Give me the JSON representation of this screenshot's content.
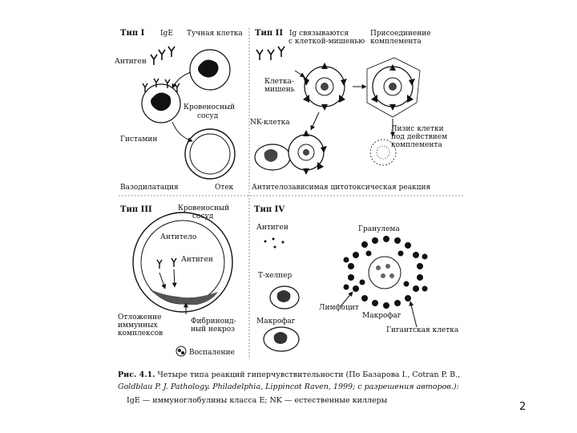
{
  "type1": {
    "header": "Тип I",
    "ige": "IgE",
    "mast_cell": "Тучная клетка",
    "antigen": "Антиген",
    "blood_vessel_line1": "Кровеносный",
    "blood_vessel_line2": "сосуд",
    "histamine": "Гистамин",
    "vasodilation": "Вазодилатация",
    "edema": "Отек"
  },
  "type2": {
    "header": "Тип II",
    "ig_binding_line1": "Ig связываются",
    "ig_binding_line2": "с клеткой-мишенью",
    "complement_line1": "Присоединение",
    "complement_line2": "комплемента",
    "target_line1": "Клетка-",
    "target_line2": "мишень",
    "nk_cell": "NK-клетка",
    "lysis_line1": "Лизис клетки",
    "lysis_line2": "под действием",
    "lysis_line3": "комплемента",
    "adcc": "Антителозависимая цитотоксическая реакция"
  },
  "type3": {
    "header": "Тип III",
    "vessel_line1": "Кровеносный",
    "vessel_line2": "сосуд",
    "antibody": "Антитело",
    "antigen": "Антиген",
    "deposit_line1": "Отложение",
    "deposit_line2": "иммунных",
    "deposit_line3": "комплексов",
    "fibrinoid_line1": "Фибриноид-",
    "fibrinoid_line2": "ный некроз",
    "inflammation": "Воспаление"
  },
  "type4": {
    "header": "Тип IV",
    "antigen": "Антиген",
    "granuloma": "Гранулема",
    "t_helper": "Т-хелпер",
    "lymphocyte": "Лимфоцит",
    "macrophage_right": "Макрофаг",
    "macrophage_left": "Макрофаг",
    "giant_cell": "Гигантская клетка"
  },
  "caption": {
    "label": "Рис. 4.1.",
    "text1": " Четыре типа реакций гиперчувствительности (По Базарова I., Cotran P. B.,",
    "text2": "Goldblau P. J. Pathology. Philadelphia, Lippincot Raven, 1999; с разрешения авторов.):",
    "text3": "IgE — иммуноглобулины класса E; NK — естественные киллеры"
  },
  "page_number": "2"
}
